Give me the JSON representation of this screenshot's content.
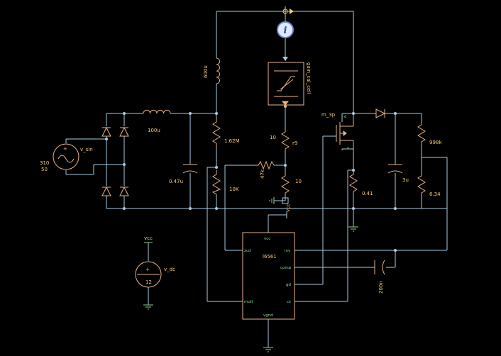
{
  "labels": {
    "l_600u": "600u",
    "gain": "gain_cal_cell",
    "l_100u": "100u",
    "l_1p62m": "1.62M",
    "l_10a": "10",
    "r9": "r9",
    "m3p": "m_3p",
    "pin_d": "d",
    "pin_s": "s",
    "l_998k": "998k",
    "v_sin": "v_sin",
    "l_310": "310",
    "l_50": "50",
    "l_047u": "0.47u",
    "l_47k": "47k",
    "l_10b": "10",
    "l_10k": "10K",
    "l_041": "0.41",
    "l_3u": "3u",
    "l_634": "6.34",
    "vcc_top": "vcc",
    "vcc_bat": "vcc",
    "v_dc": "v_dc",
    "l_12": "12",
    "l_200n": "200n",
    "ic_name": "l6561"
  },
  "ic_pins": {
    "vcc": "vcc",
    "zcd": "zcd",
    "inv": "inv",
    "comp": "comp",
    "gd": "gd",
    "mult": "mult",
    "cs": "cs",
    "vgnd": "vgnd"
  },
  "colors": {
    "background": "#000000",
    "wire": "#a9cbe3",
    "component": "#e8b48a",
    "label": "#f2ce72",
    "pin_label": "#8fe08f",
    "probe_marker": "#f2ce72"
  },
  "icons": {
    "ammeter": "current-probe-icon",
    "voltage_source": "ac-source-icon",
    "dc_source": "battery-icon",
    "ground": "ground-icon",
    "transistor": "mosfet-icon"
  }
}
